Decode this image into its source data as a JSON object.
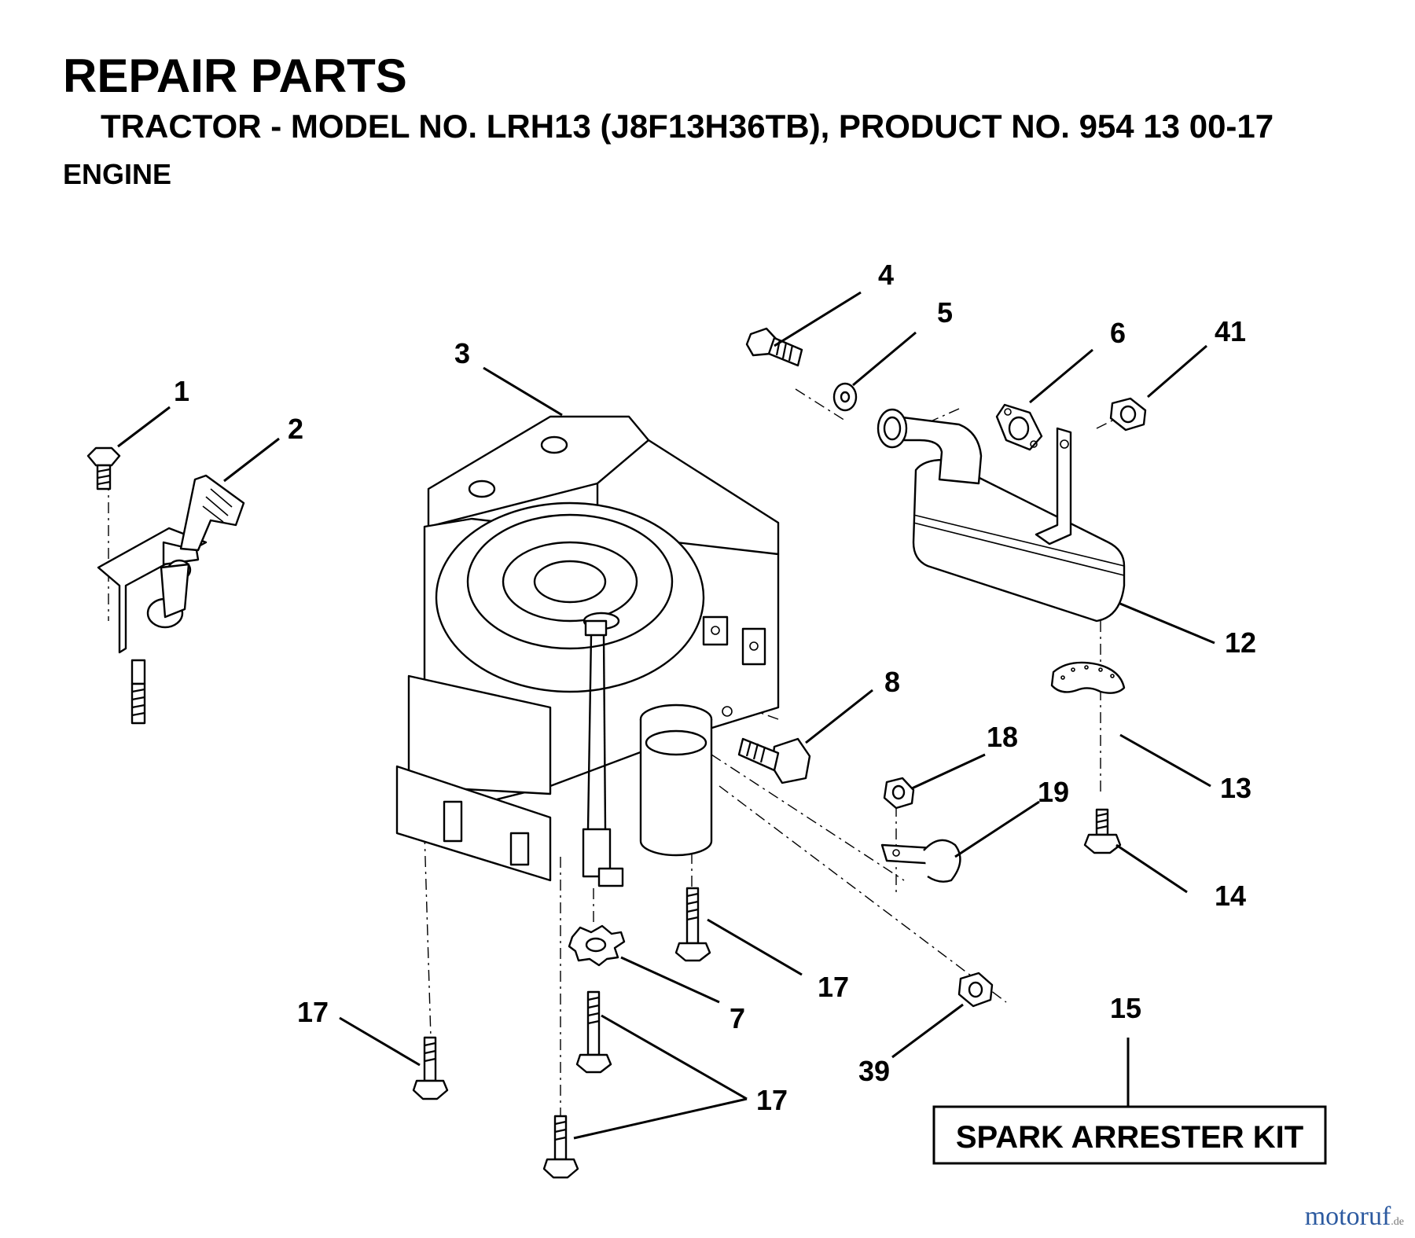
{
  "header": {
    "title": "REPAIR PARTS",
    "subtitle": "TRACTOR - MODEL NO. LRH13 (J8F13H36TB),  PRODUCT NO. 954 13 00-17",
    "section": "ENGINE"
  },
  "callouts": {
    "c1": "1",
    "c2": "2",
    "c3": "3",
    "c4": "4",
    "c5": "5",
    "c6": "6",
    "c41": "41",
    "c12": "12",
    "c8": "8",
    "c18": "18",
    "c19": "19",
    "c13": "13",
    "c14": "14",
    "c17a": "17",
    "c7": "7",
    "c17b": "17",
    "c17c": "17",
    "c39": "39",
    "c15": "15"
  },
  "kit": {
    "label": "SPARK ARRESTER KIT"
  },
  "watermark": {
    "brand": "motoruf",
    "domain": ".de"
  },
  "colors": {
    "ink": "#000000",
    "paper": "#ffffff",
    "watermark_red": "#c0392b",
    "watermark_green": "#2e8b57",
    "watermark_blue": "#2c5aa0"
  }
}
